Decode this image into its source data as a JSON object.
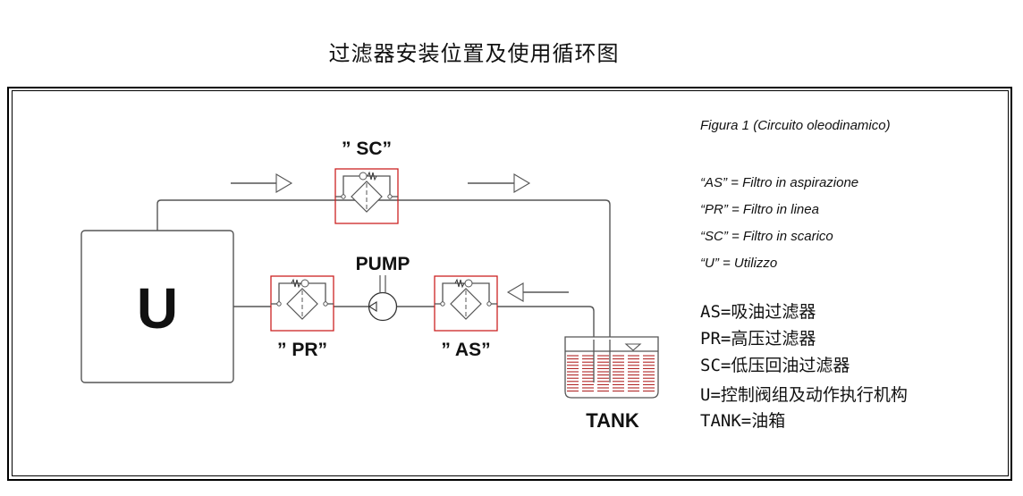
{
  "title": "过滤器安装位置及使用循环图",
  "diagram": {
    "labels": {
      "sc": "” SC”",
      "pr": "” PR”",
      "as": "” AS”",
      "pump": "PUMP",
      "tank": "TANK",
      "u": "U"
    }
  },
  "legend": {
    "figure_caption": "Figura 1 (Circuito oleodinamico)",
    "italian": [
      "“AS” = Filtro in aspirazione",
      "“PR” = Filtro in linea",
      "“SC” = Filtro in scarico",
      "“U” = Utilizzo"
    ],
    "chinese": [
      "AS=吸油过滤器",
      "PR=高压过滤器",
      "SC=低压回油过滤器",
      "U=控制阀组及动作执行机构",
      "TANK=油箱"
    ]
  },
  "colors": {
    "filter_box": "#cc2222",
    "fluid": "#aa1111",
    "line": "#555555"
  }
}
